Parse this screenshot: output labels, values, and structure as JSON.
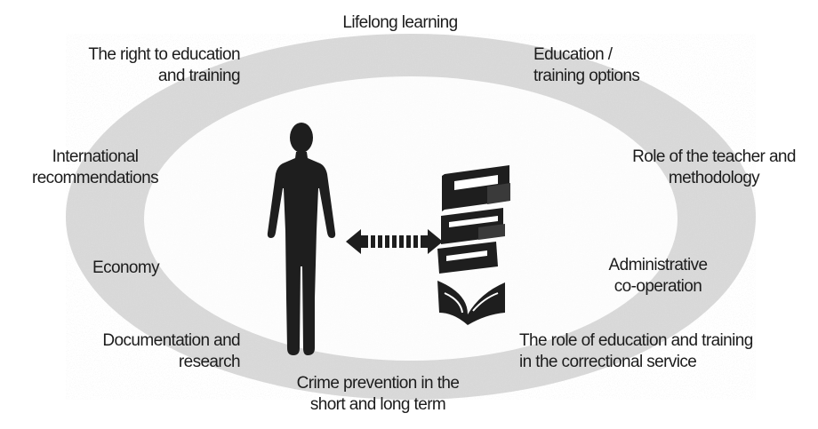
{
  "diagram": {
    "center": {
      "person_icon": "person-silhouette-icon",
      "arrow_icon": "double-headed-arrow-icon",
      "books_icon": "stack-of-books-icon"
    },
    "labels": {
      "lifelong_learning": [
        "Lifelong learning"
      ],
      "right_to_education": [
        "The right to education",
        "and training"
      ],
      "education_options": [
        "Education /",
        "training options"
      ],
      "international": [
        "International",
        "recommendations"
      ],
      "teacher_role": [
        "Role of the teacher and",
        "methodology"
      ],
      "economy": [
        "Economy"
      ],
      "administrative": [
        "Administrative",
        "co-operation"
      ],
      "documentation": [
        "Documentation and",
        "research"
      ],
      "correctional": [
        "The role of education and training",
        "in the correctional service"
      ],
      "crime_prevention": [
        "Crime prevention in the",
        "short and long term"
      ]
    },
    "colors": {
      "ring": "#d9d9d9",
      "figure": "#1e1e1e",
      "text": "#1c1c1c"
    }
  }
}
